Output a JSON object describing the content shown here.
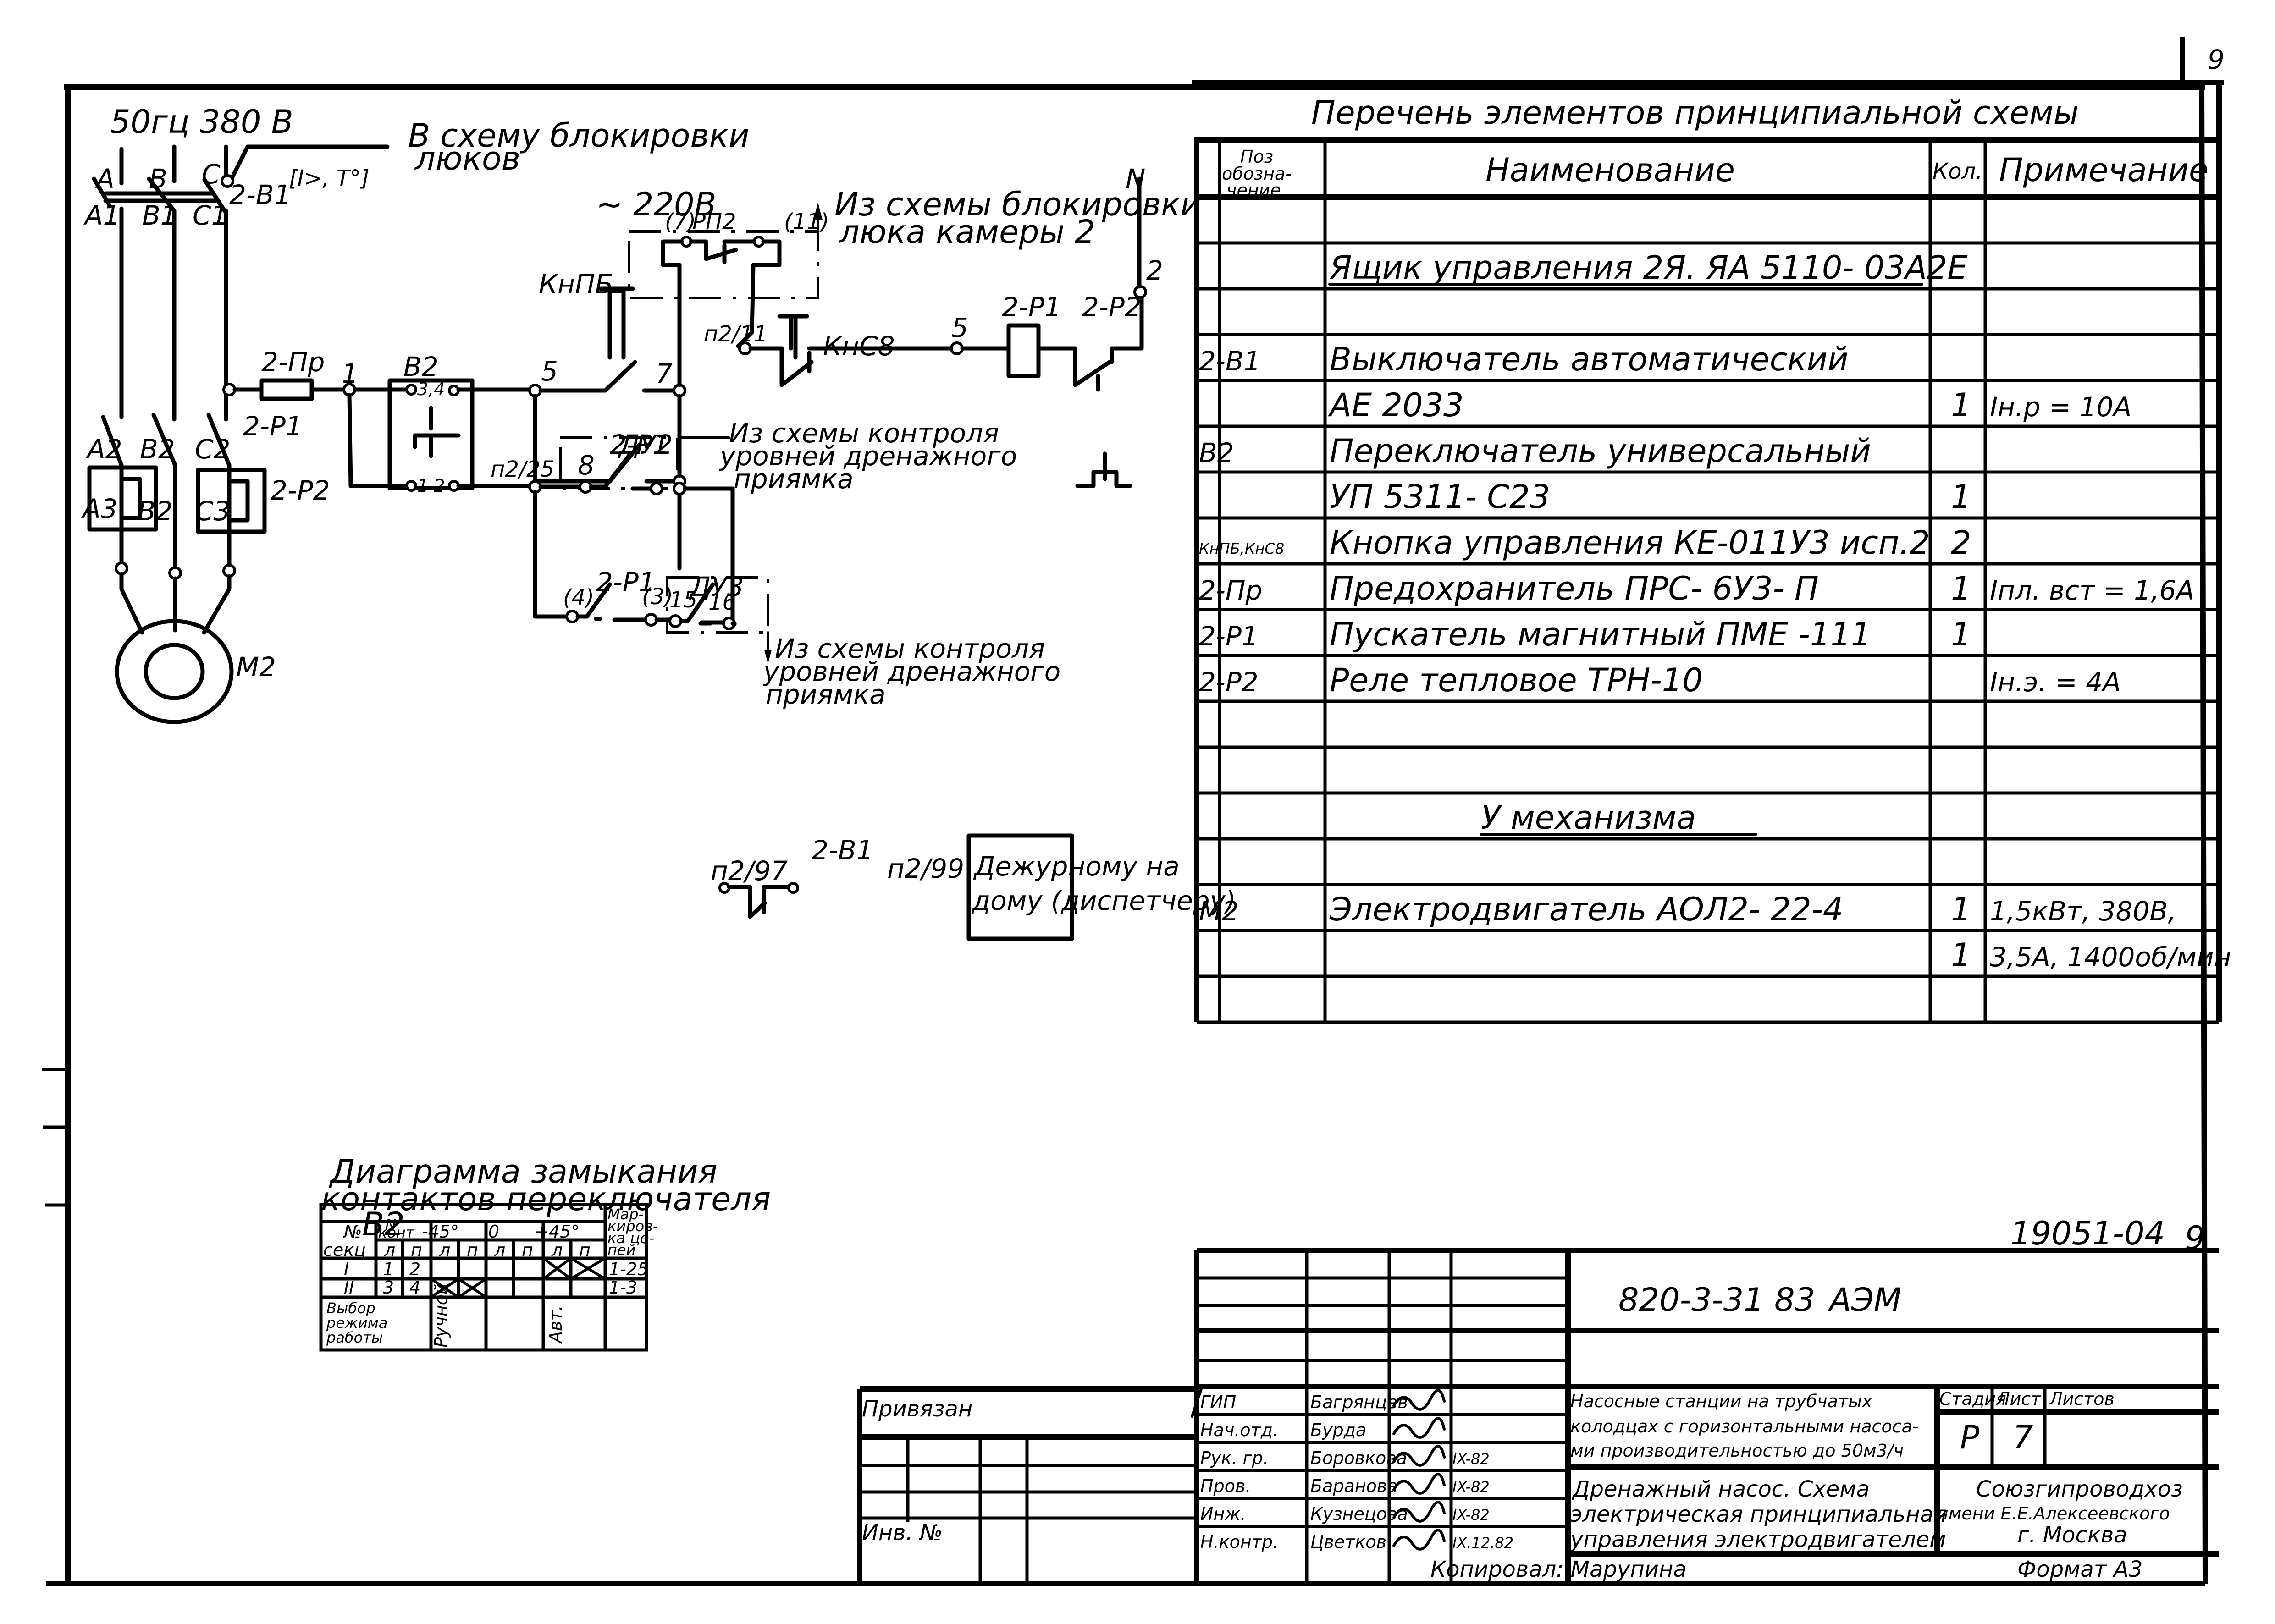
{
  "drawing": {
    "title": "Схема электрическая принципиальная — дренажный насос",
    "corner_mark": "9"
  },
  "schematic": {
    "supply_label": "50гц 380 В",
    "phase_labels": [
      "A",
      "B",
      "C"
    ],
    "phase_labels_after_breaker": [
      "A1",
      "B1",
      "C1"
    ],
    "phase_labels_after_contactor": [
      "A2",
      "B2",
      "C2"
    ],
    "phase_labels_motor": [
      "A3",
      "B2",
      "C3"
    ],
    "breaker_label": "2-В1",
    "breaker_trip_label": "[I>, T°]",
    "blocking_note": [
      "В схему блокировки",
      "люков"
    ],
    "control_voltage": "~ 220В",
    "contactor_main_label": "2-P1",
    "thermal_relay_label": "2-P2",
    "motor_label": "M2",
    "fuse_label": "2-Пр",
    "switch_label": "В2",
    "switch_contacts_top": "3,4",
    "switch_contacts_bottom": "1 2",
    "node_labels": {
      "n1": "1",
      "n5": "5",
      "n7": "7",
      "n5b": "5",
      "n2": "2",
      "n8": "8",
      "n15": "15",
      "n16": "16",
      "n4": "(4)",
      "n3": "(3)",
      "p2_11": "п2/11",
      "p2_25": "п2/25",
      "rp2_7": "(7)",
      "rp2_11": "(11)",
      "neutral": "N"
    },
    "button_start_label": "КнПБ",
    "button_stop_label": "КнС8",
    "relay_rp2_label": "РП2",
    "coil_label": "2-P1",
    "coil_thermal_label": "2-P2",
    "selfhold_label": "2-P1",
    "level_sensor_2": "ДУ2",
    "level_sensor_3": "ДУ3",
    "aux_contact_label": "2-P1",
    "note_hatch_lock": [
      "Из схемы блокировки",
      "люка камеры 2"
    ],
    "note_level_1": [
      "Из схемы контроля",
      "уровней дренажного",
      "приямка"
    ],
    "note_level_2": [
      "Из схемы контроля",
      "уровней дренажного",
      "приямка"
    ],
    "alarm": {
      "left_terminal": "п2/97",
      "right_terminal": "п2/99",
      "contact_label": "2-В1",
      "box_text": [
        "Дежурному на",
        "дому (диспетчеру)"
      ]
    }
  },
  "elements_list": {
    "title": "Перечень элементов принципиальной схемы",
    "headers": {
      "pos": [
        "Поз",
        "обозна-",
        "чение"
      ],
      "name": "Наименование",
      "qty": "Кол.",
      "note": "Примечание"
    },
    "rows": [
      {
        "pos": "",
        "name": "",
        "qty": "",
        "note": ""
      },
      {
        "pos": "",
        "name": "Ящик управления 2Я. ЯА 5110- 03А2Е",
        "qty": "",
        "note": "",
        "underline": true
      },
      {
        "pos": "",
        "name": "",
        "qty": "",
        "note": ""
      },
      {
        "pos": "2-В1",
        "name": "Выключатель автоматический",
        "qty": "",
        "note": ""
      },
      {
        "pos": "",
        "name": "АЕ 2033",
        "qty": "1",
        "note": "Iн.р = 10А"
      },
      {
        "pos": "В2",
        "name": "Переключатель универсальный",
        "qty": "",
        "note": ""
      },
      {
        "pos": "",
        "name": "УП 5311- С23",
        "qty": "1",
        "note": ""
      },
      {
        "pos": "КнПБ,КнС8",
        "name": "Кнопка управления КЕ-011У3 исп.2",
        "qty": "2",
        "note": ""
      },
      {
        "pos": "2-Пр",
        "name": "Предохранитель ПРС- 6У3- П",
        "qty": "1",
        "note": "Iпл. вст = 1,6А"
      },
      {
        "pos": "2-P1",
        "name": "Пускатель магнитный ПМЕ -111",
        "qty": "1",
        "note": ""
      },
      {
        "pos": "2-P2",
        "name": "Реле тепловое ТРН-10",
        "qty": "",
        "note": "Iн.э. = 4А"
      },
      {
        "pos": "",
        "name": "",
        "qty": "",
        "note": ""
      },
      {
        "pos": "",
        "name": "",
        "qty": "",
        "note": ""
      },
      {
        "pos": "",
        "name": "У механизма",
        "qty": "",
        "note": "",
        "underline": true,
        "center": true
      },
      {
        "pos": "",
        "name": "",
        "qty": "",
        "note": ""
      },
      {
        "pos": "M2",
        "name": "Электродвигатель АОЛ2- 22-4",
        "qty": "1",
        "note": "1,5кВт, 380В,"
      },
      {
        "pos": "",
        "name": "",
        "qty": "1",
        "note": "3,5А, 1400об/мин"
      },
      {
        "pos": "",
        "name": "",
        "qty": "",
        "note": ""
      }
    ]
  },
  "switch_diagram": {
    "title": [
      "Диаграмма замыкания",
      "контактов переключателя",
      "В2"
    ],
    "headers": {
      "section": [
        "№",
        "секц"
      ],
      "contacts": [
        "N",
        "конт"
      ],
      "positions": [
        "-45°",
        "0",
        "+45°"
      ],
      "lr": [
        "л",
        "п"
      ],
      "marking": [
        "Мар-",
        "киров-",
        "ка це-",
        "пей"
      ]
    },
    "rows": [
      {
        "section": "I",
        "left": "1",
        "right": "2",
        "closed": [
          false,
          false,
          false,
          false,
          true,
          true
        ],
        "marking": "1-25"
      },
      {
        "section": "II",
        "left": "3",
        "right": "4",
        "closed": [
          true,
          true,
          false,
          false,
          false,
          false
        ],
        "marking": "1-3"
      }
    ],
    "mode_label": [
      "Выбор",
      "режима",
      "работы"
    ],
    "modes": [
      "Ручной",
      "",
      "Авт."
    ]
  },
  "title_block": {
    "sheet_code": "19051-04",
    "sheet_number_corner": "9",
    "project_code": "820-3-31 83",
    "section_code": "АЭМ",
    "bound_label": "Привязан",
    "inv_label": "Инв. №",
    "signatures": [
      {
        "role": "ГИП",
        "name": "Багрянцев",
        "date": ""
      },
      {
        "role": "Нач.отд.",
        "name": "Бурда",
        "date": ""
      },
      {
        "role": "Рук. гр.",
        "name": "Боровкова",
        "date": "IX-82"
      },
      {
        "role": "Пров.",
        "name": "Баранова",
        "date": "IX-82"
      },
      {
        "role": "Инж.",
        "name": "Кузнецова",
        "date": "IX-82"
      },
      {
        "role": "Н.контр.",
        "name": "Цветков",
        "date": "IX.12.82"
      }
    ],
    "project_name": [
      "Насосные станции на трубчатых",
      "колодцах с горизонтальными насоса-",
      "ми производительностью до 50м3/ч"
    ],
    "sheet_title": [
      "Дренажный насос.   Схема",
      "электрическая принципиальная",
      "управления электродвигателем"
    ],
    "stage_label": "Стадия",
    "sheet_label": "Лист",
    "sheets_label": "Листов",
    "stage_value": "Р",
    "sheet_value": "7",
    "sheets_value": "",
    "organization": [
      "Союзгипроводхоз",
      "имени Е.Е.Алексеевского",
      "г. Москва"
    ],
    "copied_by": "Копировал: Марупина",
    "format": "Формат А3"
  }
}
